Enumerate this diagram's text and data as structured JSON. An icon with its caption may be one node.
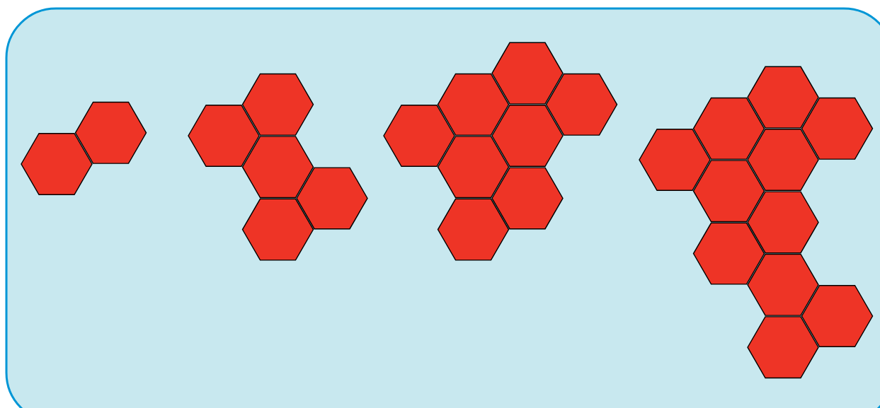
{
  "diagram": {
    "nodes": [
      {
        "text": [],
        "shape": "box"
      },
      {
        "text": [],
        "shape": "hexagon",
        "in": 0
      },
      {
        "text": [],
        "shape": "hexagon",
        "in": 0
      },
      {
        "text": [],
        "shape": "hexagon",
        "in": 0
      },
      {
        "text": [],
        "shape": "hexagon",
        "in": 0
      },
      {
        "text": [],
        "shape": "hexagon",
        "in": 0
      },
      {
        "text": [],
        "shape": "hexagon",
        "in": 0
      },
      {
        "text": [],
        "shape": "hexagon",
        "in": 0
      },
      {
        "text": [],
        "shape": "hexagon",
        "in": 0
      },
      {
        "text": [],
        "shape": "hexagon",
        "in": 0
      },
      {
        "text": [],
        "shape": "hexagon",
        "in": 0
      },
      {
        "text": [],
        "shape": "hexagon",
        "in": 0
      },
      {
        "text": [],
        "shape": "hexagon",
        "in": 0
      },
      {
        "text": [],
        "shape": "hexagon",
        "in": 0
      },
      {
        "text": [],
        "shape": "hexagon",
        "in": 0
      },
      {
        "text": [],
        "shape": "hexagon",
        "in": 0
      },
      {
        "text": [],
        "shape": "hexagon",
        "in": 0
      },
      {
        "text": [],
        "shape": "hexagon",
        "in": 0
      },
      {
        "text": [],
        "shape": "hexagon",
        "in": 0
      },
      {
        "text": [],
        "shape": "hexagon",
        "in": 0
      },
      {
        "text": [],
        "shape": "hexagon",
        "in": 0
      },
      {
        "text": [],
        "shape": "hexagon",
        "in": 0
      },
      {
        "text": [],
        "shape": "hexagon",
        "in": 0
      },
      {
        "text": [],
        "shape": "hexagon",
        "in": 0
      },
      {
        "text": [],
        "shape": "hexagon",
        "in": 0
      },
      {
        "text": [],
        "shape": "hexagon",
        "in": 0
      },
      {
        "text": [],
        "shape": "hexagon",
        "in": 0
      }
    ]
  }
}
